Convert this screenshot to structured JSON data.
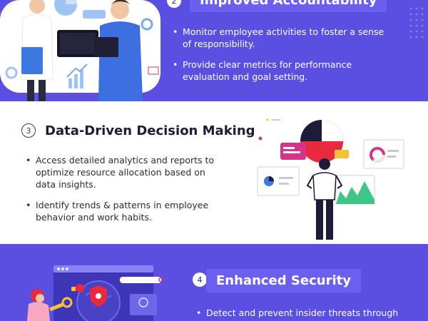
{
  "section2": {
    "number": "2",
    "title": "Improved Accountability",
    "bullets": [
      "Monitor employee activities to foster a sense of responsibility.",
      "Provide clear metrics for performance evaluation and goal setting."
    ]
  },
  "section3": {
    "number": "3",
    "title": "Data-Driven Decision Making",
    "bullets": [
      "Access detailed analytics and reports to optimize resource allocation based on data insights.",
      "Identify trends & patterns in employee behavior and work habits."
    ]
  },
  "section4": {
    "number": "4",
    "title": "Enhanced Security",
    "bullets": [
      "Detect and prevent insider threats through"
    ]
  },
  "colors": {
    "purple_bg": "#5a4fe0",
    "title_pill": "#6b5ff0",
    "accent_red": "#e8293f",
    "accent_pink": "#d6338b",
    "accent_green": "#3fc48a",
    "accent_yellow": "#f6c233",
    "dark_text": "#1d1b3a"
  }
}
